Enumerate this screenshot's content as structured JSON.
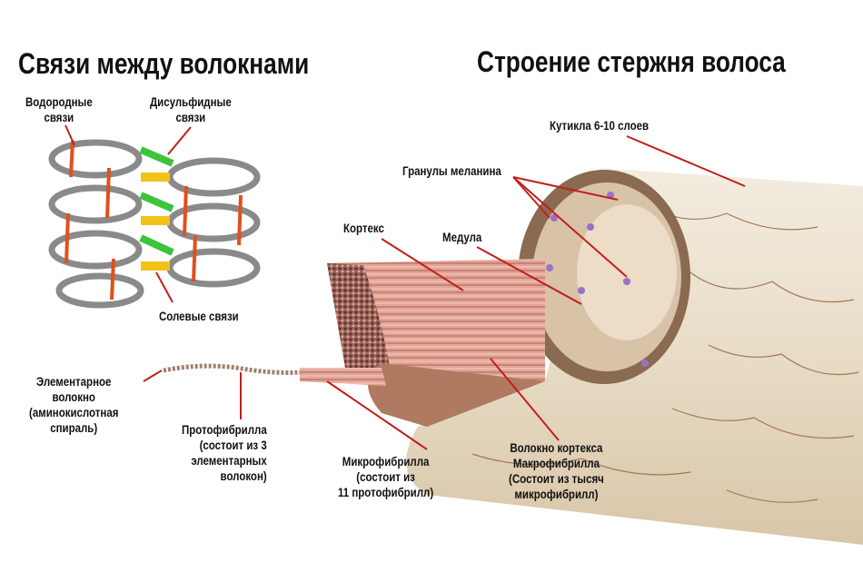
{
  "titles": {
    "left": "Связи между волокнами",
    "right": "Строение стержня волоса"
  },
  "labels": {
    "hydrogen": [
      "Водородные",
      "связи"
    ],
    "disulfide": [
      "Дисульфидные",
      "связи"
    ],
    "salt": "Солевые связи",
    "elementary": [
      "Элементарное",
      "волокно",
      "(аминокислотная",
      "спираль)"
    ],
    "protofibril": [
      "Протофибрилла",
      "(состоит из 3",
      "элементарных",
      "волокон)"
    ],
    "microfibril": [
      "Микрофибрилла",
      "(состоит из",
      "11 протофибрилл)"
    ],
    "macrofibril": [
      "Волокно кортекса",
      "Макрофибрилла",
      "(Состоит из тысяч",
      "микрофибрилл)"
    ],
    "cuticle": "Кутикла 6-10 слоев",
    "melanin": "Гранулы меланина",
    "cortex": "Кортекс",
    "medulla": "Медула"
  },
  "colors": {
    "pointer": "#c0201c",
    "disulfide": "#3cc43c",
    "salt": "#f2c21a",
    "hydrogen": "#e0501c",
    "cuticle": "#eadfcc",
    "cortex": "#d9958a"
  }
}
